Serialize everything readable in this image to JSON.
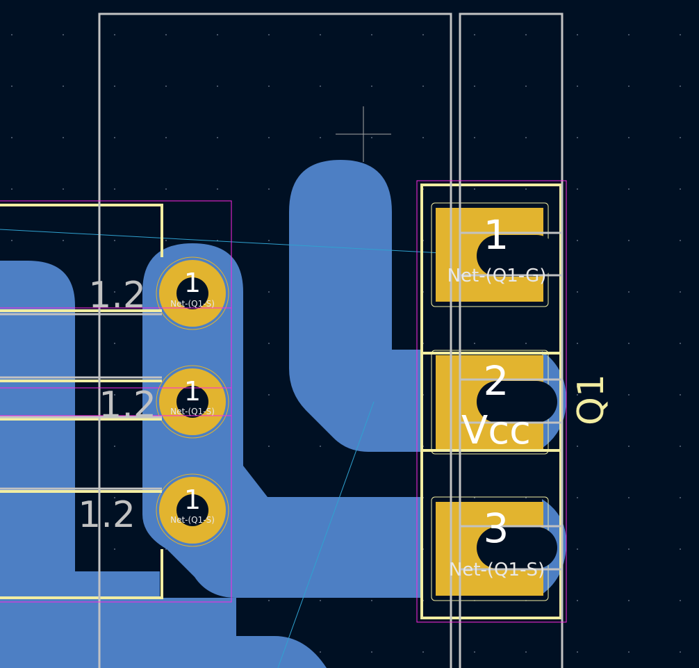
{
  "pcb": {
    "colors": {
      "background": "#001023",
      "copper_zone": "#4d7fc4",
      "pad": "#e2b42f",
      "fab_outline": "#c2c2c2",
      "silkscreen": "#f2eda1",
      "courtyard": "#ff26e2",
      "ratsnest": "#30a2d0"
    },
    "reference": "Q1",
    "value_label": "Vcc",
    "connector_pads": [
      {
        "number": "1",
        "net": "Net-(Q1-S)",
        "fab_value": "1.2"
      },
      {
        "number": "1",
        "net": "Net-(Q1-S)",
        "fab_value": "1.2"
      },
      {
        "number": "1",
        "net": "Net-(Q1-S)",
        "fab_value": "1.2"
      }
    ],
    "q1_pads": [
      {
        "number": "1",
        "net": "Net-(Q1-G)"
      },
      {
        "number": "2",
        "net": ""
      },
      {
        "number": "3",
        "net": "Net-(Q1-S)"
      }
    ]
  }
}
